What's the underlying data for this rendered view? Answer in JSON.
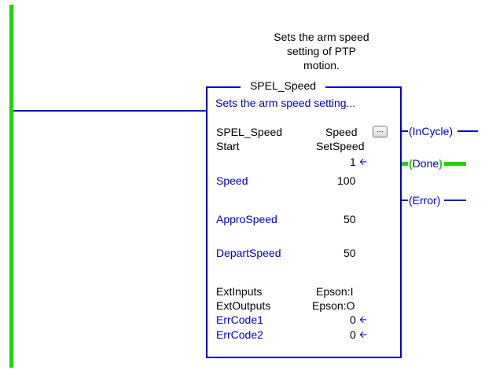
{
  "description": {
    "line1": "Sets the arm speed",
    "line2": "setting of PTP",
    "line3": "motion."
  },
  "block": {
    "title": "SPEL_Speed",
    "summary": "Sets the arm speed setting...",
    "rows": {
      "instance_label": "SPEL_Speed",
      "instance_value": "Speed",
      "start_label": "Start",
      "start_value": "SetSpeed",
      "start_out_value": "1",
      "speed_label": "Speed",
      "speed_value": "100",
      "approspeed_label": "ApproSpeed",
      "approspeed_value": "50",
      "departspeed_label": "DepartSpeed",
      "departspeed_value": "50",
      "extinputs_label": "ExtInputs",
      "extinputs_value": "Epson:I",
      "extoutputs_label": "ExtOutputs",
      "extoutputs_value": "Epson:O",
      "errcode1_label": "ErrCode1",
      "errcode1_value": "0",
      "errcode2_label": "ErrCode2",
      "errcode2_value": "0"
    },
    "ellipsis_button": "..."
  },
  "outputs": {
    "incycle": "InCycle",
    "done": "Done",
    "error": "Error"
  },
  "colors": {
    "power_rail": "#1ed400",
    "wire": "#0000c8",
    "energized": "#1ed400",
    "label_blue": "#0000c8"
  },
  "icons": {
    "output_arrow": "left-arrow-icon",
    "browse": "ellipsis-icon"
  }
}
